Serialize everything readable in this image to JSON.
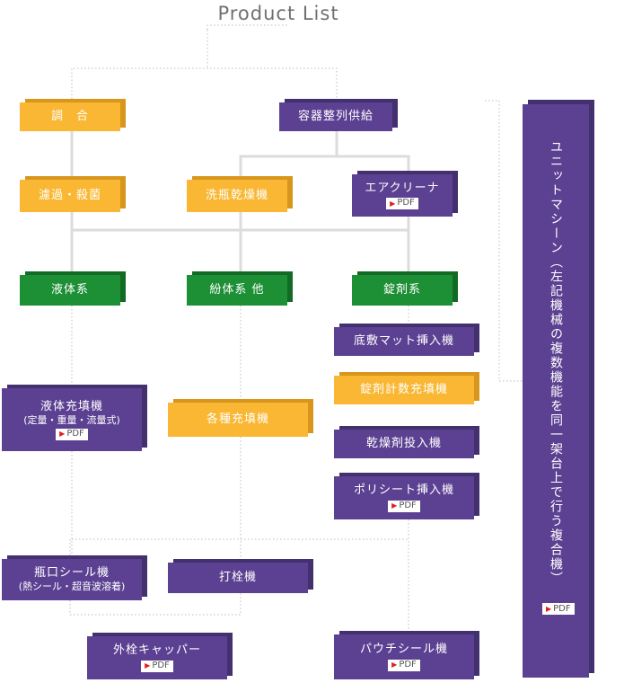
{
  "title": "Product List",
  "pdf_label": "PDF",
  "boxes": {
    "chougou": "調　合",
    "youki": "容器整列供給",
    "roka": "濾過・殺菌",
    "senbin": "洗瓶乾燥機",
    "air": "エアクリーナ",
    "ekitai": "液体系",
    "funtai": "紛体系 他",
    "jouzai": "錠剤系",
    "soko": "底敷マット挿入機",
    "keisu": "錠剤計数充填機",
    "kansou": "乾燥剤投入機",
    "poly": "ポリシート挿入機",
    "ekitai_juten": "液体充填機",
    "ekitai_juten_sub": "(定量・重量・流量式)",
    "kakushu": "各種充填機",
    "binguchi": "瓶口シール機",
    "binguchi_sub": "(熱シール・超音波溶着)",
    "dasen": "打栓機",
    "gaisen": "外栓キャッパー",
    "pouch": "パウチシール機"
  },
  "unit_machine": "ユニットマシーン（左記機械の複数機能を同一架台上で行う複合機）",
  "colors": {
    "orange": "#f9b733",
    "green": "#1d8f35",
    "purple": "#5c4192",
    "pdf_arrow": "#e02020"
  }
}
